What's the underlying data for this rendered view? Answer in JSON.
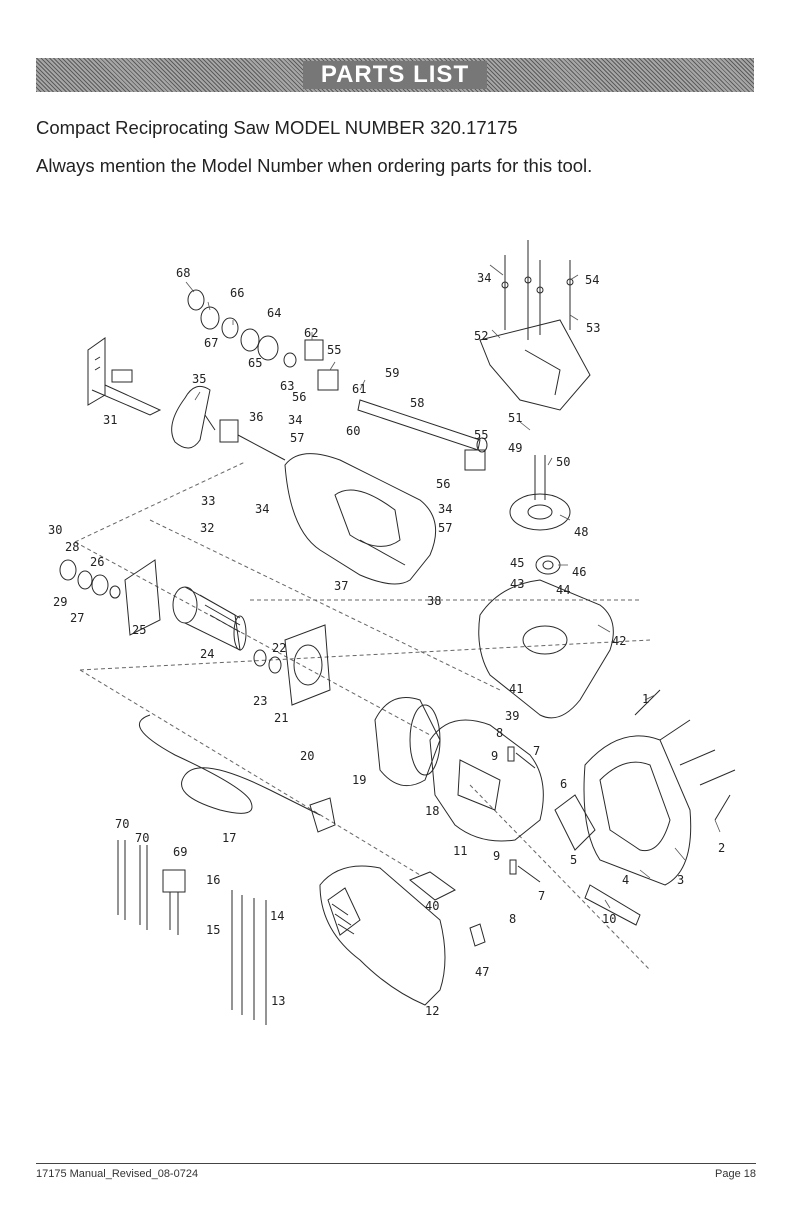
{
  "header": {
    "title": "PARTS LIST"
  },
  "intro": {
    "line1": "Compact Reciprocating Saw MODEL NUMBER 320.17175",
    "line2": "Always mention the Model Number when ordering parts for this tool."
  },
  "diagram": {
    "labels": [
      {
        "id": "l68",
        "text": "68"
      },
      {
        "id": "l66",
        "text": "66"
      },
      {
        "id": "l64",
        "text": "64"
      },
      {
        "id": "l67",
        "text": "67"
      },
      {
        "id": "l62",
        "text": "62"
      },
      {
        "id": "l55a",
        "text": "55"
      },
      {
        "id": "l65",
        "text": "65"
      },
      {
        "id": "l63",
        "text": "63"
      },
      {
        "id": "l35",
        "text": "35"
      },
      {
        "id": "l56a",
        "text": "56"
      },
      {
        "id": "l61",
        "text": "61"
      },
      {
        "id": "l59",
        "text": "59"
      },
      {
        "id": "l58",
        "text": "58"
      },
      {
        "id": "l36",
        "text": "36"
      },
      {
        "id": "l34a",
        "text": "34"
      },
      {
        "id": "l60",
        "text": "60"
      },
      {
        "id": "l57a",
        "text": "57"
      },
      {
        "id": "l31",
        "text": "31"
      },
      {
        "id": "l34b",
        "text": "34"
      },
      {
        "id": "l54",
        "text": "54"
      },
      {
        "id": "l53",
        "text": "53"
      },
      {
        "id": "l52",
        "text": "52"
      },
      {
        "id": "l51",
        "text": "51"
      },
      {
        "id": "l55b",
        "text": "55"
      },
      {
        "id": "l49",
        "text": "49"
      },
      {
        "id": "l50",
        "text": "50"
      },
      {
        "id": "l56b",
        "text": "56"
      },
      {
        "id": "l33",
        "text": "33"
      },
      {
        "id": "l34c",
        "text": "34"
      },
      {
        "id": "l34d",
        "text": "34"
      },
      {
        "id": "l57b",
        "text": "57"
      },
      {
        "id": "l48",
        "text": "48"
      },
      {
        "id": "l30",
        "text": "30"
      },
      {
        "id": "l32",
        "text": "32"
      },
      {
        "id": "l28",
        "text": "28"
      },
      {
        "id": "l26",
        "text": "26"
      },
      {
        "id": "l29",
        "text": "29"
      },
      {
        "id": "l27",
        "text": "27"
      },
      {
        "id": "l45",
        "text": "45"
      },
      {
        "id": "l46",
        "text": "46"
      },
      {
        "id": "l43",
        "text": "43"
      },
      {
        "id": "l44",
        "text": "44"
      },
      {
        "id": "l37",
        "text": "37"
      },
      {
        "id": "l38",
        "text": "38"
      },
      {
        "id": "l42",
        "text": "42"
      },
      {
        "id": "l25",
        "text": "25"
      },
      {
        "id": "l22",
        "text": "22"
      },
      {
        "id": "l24",
        "text": "24"
      },
      {
        "id": "l41",
        "text": "41"
      },
      {
        "id": "l1",
        "text": "1"
      },
      {
        "id": "l23",
        "text": "23"
      },
      {
        "id": "l21",
        "text": "21"
      },
      {
        "id": "l39",
        "text": "39"
      },
      {
        "id": "l8a",
        "text": "8"
      },
      {
        "id": "l7a",
        "text": "7"
      },
      {
        "id": "l20",
        "text": "20"
      },
      {
        "id": "l19",
        "text": "19"
      },
      {
        "id": "l9a",
        "text": "9"
      },
      {
        "id": "l6",
        "text": "6"
      },
      {
        "id": "l18",
        "text": "18"
      },
      {
        "id": "l70a",
        "text": "70"
      },
      {
        "id": "l70b",
        "text": "70"
      },
      {
        "id": "l17",
        "text": "17"
      },
      {
        "id": "l69",
        "text": "69"
      },
      {
        "id": "l11",
        "text": "11"
      },
      {
        "id": "l9b",
        "text": "9"
      },
      {
        "id": "l2",
        "text": "2"
      },
      {
        "id": "l5",
        "text": "5"
      },
      {
        "id": "l4",
        "text": "4"
      },
      {
        "id": "l3",
        "text": "3"
      },
      {
        "id": "l16",
        "text": "16"
      },
      {
        "id": "l7b",
        "text": "7"
      },
      {
        "id": "l40",
        "text": "40"
      },
      {
        "id": "l14",
        "text": "14"
      },
      {
        "id": "l8b",
        "text": "8"
      },
      {
        "id": "l10",
        "text": "10"
      },
      {
        "id": "l15",
        "text": "15"
      },
      {
        "id": "l47",
        "text": "47"
      },
      {
        "id": "l13",
        "text": "13"
      },
      {
        "id": "l12",
        "text": "12"
      }
    ]
  },
  "footer": {
    "left": "17175 Manual_Revised_08-0724",
    "right": "Page 18"
  }
}
